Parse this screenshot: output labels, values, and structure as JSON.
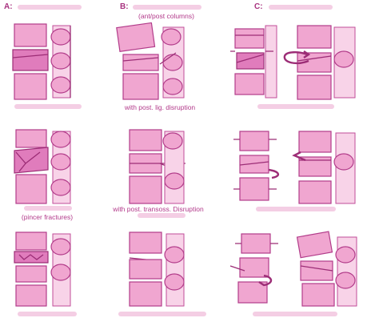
{
  "columns": [
    {
      "letter": "A:",
      "title": ""
    },
    {
      "letter": "B:",
      "title": "(ant/post columns)"
    },
    {
      "letter": "C:",
      "title": ""
    }
  ],
  "captions": {
    "b_row1": "with post. lig. disruption",
    "a_row2": "(pincer fractures)",
    "b_row2": "with post. transoss. Disruption"
  },
  "colors": {
    "primary": "#f0a6d0",
    "outline": "#b23c8a",
    "dark": "#e07cbc"
  }
}
